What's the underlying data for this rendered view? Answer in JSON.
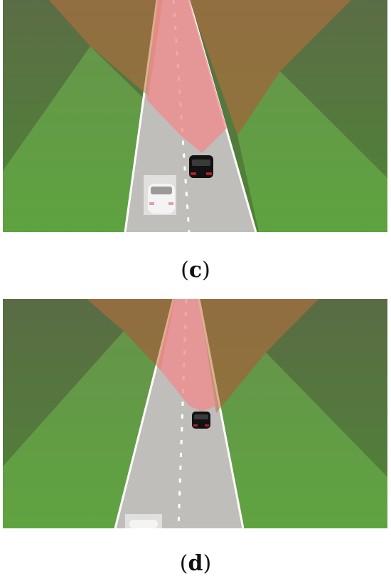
{
  "panels": [
    {
      "id": "c",
      "caption_open": "(",
      "caption_letter": "c",
      "caption_close": ")"
    },
    {
      "id": "d",
      "caption_open": "(",
      "caption_letter": "d",
      "caption_close": ")"
    }
  ],
  "colors": {
    "grass": "#4f7f36",
    "grass_dark": "#3d6a2a",
    "road": "#bdbcb8",
    "road_line": "#ffffff",
    "red_zone": "#e38a8a",
    "orange_zone": "#b97a40",
    "green_zone": "#6ed04e",
    "ego_car": "#f1f1f1",
    "lead_car": "#111111"
  }
}
